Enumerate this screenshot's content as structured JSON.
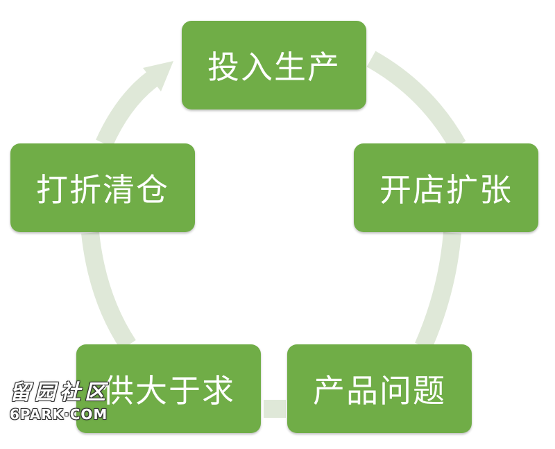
{
  "diagram": {
    "type": "cycle",
    "nodes": [
      {
        "label": "投入生产"
      },
      {
        "label": "开店扩张"
      },
      {
        "label": "产品问题"
      },
      {
        "label": "供大于求"
      },
      {
        "label": "打折清仓"
      }
    ],
    "colors": {
      "node_fill": "#70ad47",
      "node_text": "#ffffff",
      "ring": "#dfe8d8"
    }
  },
  "watermark": {
    "title": "留园社区",
    "subtitle": "6PARK·COM"
  }
}
